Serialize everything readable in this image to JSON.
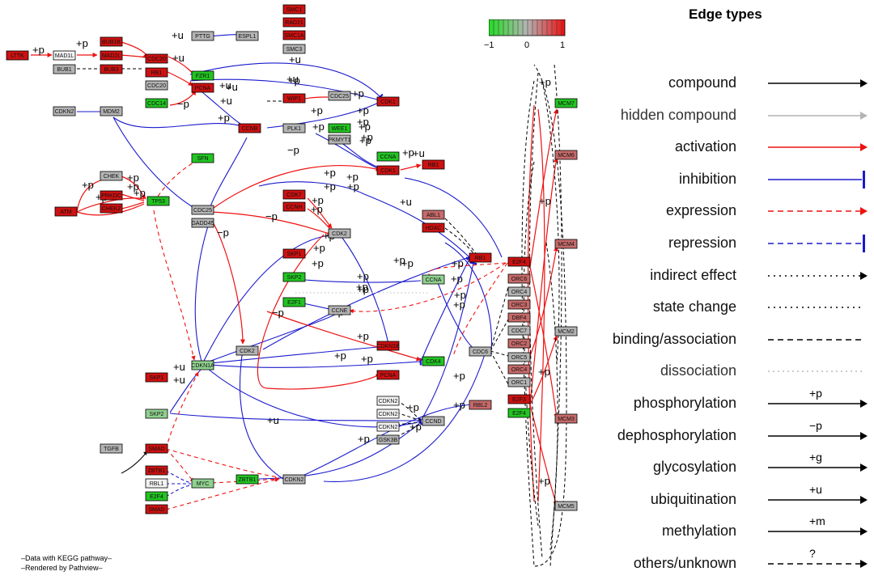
{
  "colors": {
    "high": "#cc1111",
    "mid_high": "#c66a6a",
    "neutral": "#b4b4b4",
    "low": "#22c422",
    "mid_low": "#8fd08f",
    "white": "#f2f2f2",
    "activation": "#ee1111",
    "inhibition": "#1a1acc"
  },
  "colorbar": {
    "ticks": [
      "−1",
      "0",
      "1"
    ]
  },
  "legend": {
    "title": "Edge types",
    "items": [
      {
        "label": "compound",
        "style": "compound"
      },
      {
        "label": "hidden compound",
        "style": "hidden"
      },
      {
        "label": "activation",
        "style": "activation"
      },
      {
        "label": "inhibition",
        "style": "inhibition"
      },
      {
        "label": "expression",
        "style": "expression"
      },
      {
        "label": "repression",
        "style": "repression"
      },
      {
        "label": "indirect effect",
        "style": "indirect"
      },
      {
        "label": "state change",
        "style": "state"
      },
      {
        "label": "binding/association",
        "style": "binding"
      },
      {
        "label": "dissociation",
        "style": "dissociation"
      },
      {
        "label": "phosphorylation",
        "style": "symbol",
        "symbol": "+p"
      },
      {
        "label": "dephosphorylation",
        "style": "symbol",
        "symbol": "−p"
      },
      {
        "label": "glycosylation",
        "style": "symbol",
        "symbol": "+g"
      },
      {
        "label": "ubiquitination",
        "style": "symbol",
        "symbol": "+u"
      },
      {
        "label": "methylation",
        "style": "symbol",
        "symbol": "+m"
      },
      {
        "label": "others/unknown",
        "style": "unknown",
        "symbol": "?"
      }
    ]
  },
  "footer": {
    "line1": "–Data with KEGG pathway–",
    "line2": "–Rendered  by  Pathview–"
  },
  "nodes": [
    {
      "id": "LTTK",
      "level": "high"
    },
    {
      "id": "MAD1L",
      "level": "white"
    },
    {
      "id": "BUB1B",
      "level": "high"
    },
    {
      "id": "MAD2L",
      "level": "high"
    },
    {
      "id": "BUB1",
      "level": "neutral"
    },
    {
      "id": "BUB3",
      "level": "high"
    },
    {
      "id": "CDC20",
      "level": "high"
    },
    {
      "id": "PTTG",
      "level": "neutral"
    },
    {
      "id": "ESPL1",
      "level": "neutral"
    },
    {
      "id": "SMC1",
      "level": "high"
    },
    {
      "id": "RAD21",
      "level": "high"
    },
    {
      "id": "SMC1A",
      "level": "high"
    },
    {
      "id": "SMC3",
      "level": "neutral"
    },
    {
      "id": "RB1",
      "level": "high"
    },
    {
      "id": "CDC20",
      "level": "neutral"
    },
    {
      "id": "FZR1",
      "level": "low"
    },
    {
      "id": "PCNA",
      "level": "high"
    },
    {
      "id": "CDC14",
      "level": "low"
    },
    {
      "id": "CDKN2",
      "level": "neutral"
    },
    {
      "id": "MDM2",
      "level": "neutral"
    },
    {
      "id": "WIP1",
      "level": "high"
    },
    {
      "id": "CDC25",
      "level": "neutral"
    },
    {
      "id": "CDK1",
      "level": "high"
    },
    {
      "id": "CCNB",
      "level": "high"
    },
    {
      "id": "PLK1",
      "level": "neutral"
    },
    {
      "id": "WEE1",
      "level": "low"
    },
    {
      "id": "PKMYT1",
      "level": "neutral"
    },
    {
      "id": "SFN",
      "level": "low"
    },
    {
      "id": "CCNA",
      "level": "low"
    },
    {
      "id": "CDK1",
      "level": "high"
    },
    {
      "id": "RB1",
      "level": "high"
    },
    {
      "id": "CHEK",
      "level": "neutral"
    },
    {
      "id": "PRKDC",
      "level": "high"
    },
    {
      "id": "ATM",
      "level": "high"
    },
    {
      "id": "CHEK2",
      "level": "high"
    },
    {
      "id": "TP53",
      "level": "low"
    },
    {
      "id": "GADD45",
      "level": "neutral"
    },
    {
      "id": "CDC25",
      "level": "neutral"
    },
    {
      "id": "CDK7",
      "level": "high"
    },
    {
      "id": "CCNH",
      "level": "high"
    },
    {
      "id": "ABL1",
      "level": "mid_high"
    },
    {
      "id": "HDAC",
      "level": "high"
    },
    {
      "id": "CDK2",
      "level": "neutral"
    },
    {
      "id": "SKP1",
      "level": "high"
    },
    {
      "id": "RB1",
      "level": "high"
    },
    {
      "id": "E2F4",
      "level": "high"
    },
    {
      "id": "SKP2",
      "level": "low"
    },
    {
      "id": "CCNA",
      "level": "mid_low"
    },
    {
      "id": "ORC6",
      "level": "mid_high"
    },
    {
      "id": "E2F1",
      "level": "low"
    },
    {
      "id": "CCNE",
      "level": "neutral"
    },
    {
      "id": "ORC4",
      "level": "neutral"
    },
    {
      "id": "ORC3",
      "level": "mid_high"
    },
    {
      "id": "CDK2",
      "level": "neutral"
    },
    {
      "id": "CDKN1B",
      "level": "high"
    },
    {
      "id": "DBF4",
      "level": "mid_high"
    },
    {
      "id": "CDC7",
      "level": "neutral"
    },
    {
      "id": "CDKN1A",
      "level": "mid_low"
    },
    {
      "id": "CDC6",
      "level": "neutral"
    },
    {
      "id": "ORC2",
      "level": "mid_high"
    },
    {
      "id": "ORC5",
      "level": "neutral"
    },
    {
      "id": "CDK4",
      "level": "low"
    },
    {
      "id": "ORC4",
      "level": "mid_high"
    },
    {
      "id": "SKP1",
      "level": "high"
    },
    {
      "id": "PCNA",
      "level": "high"
    },
    {
      "id": "ORC1",
      "level": "neutral"
    },
    {
      "id": "CDKN2",
      "level": "white"
    },
    {
      "id": "CDKN2",
      "level": "white"
    },
    {
      "id": "SKP2",
      "level": "mid_low"
    },
    {
      "id": "CDKN2",
      "level": "white"
    },
    {
      "id": "RBL2",
      "level": "mid_high"
    },
    {
      "id": "E2F3",
      "level": "high"
    },
    {
      "id": "E2F4",
      "level": "low"
    },
    {
      "id": "CCND",
      "level": "neutral"
    },
    {
      "id": "GSK3B",
      "level": "neutral"
    },
    {
      "id": "TGFB",
      "level": "neutral"
    },
    {
      "id": "SMAD",
      "level": "high"
    },
    {
      "id": "ZBTB1",
      "level": "high"
    },
    {
      "id": "RBL1",
      "level": "white"
    },
    {
      "id": "MYC",
      "level": "mid_low"
    },
    {
      "id": "ZBTB1",
      "level": "low"
    },
    {
      "id": "CDKN2",
      "level": "neutral"
    },
    {
      "id": "E2F4",
      "level": "low"
    },
    {
      "id": "SMAD",
      "level": "high"
    },
    {
      "id": "MCM7",
      "level": "low"
    },
    {
      "id": "MCM6",
      "level": "mid_high"
    },
    {
      "id": "MCM4",
      "level": "mid_high"
    },
    {
      "id": "MCM2",
      "level": "neutral"
    },
    {
      "id": "MCM3",
      "level": "mid_high"
    },
    {
      "id": "MCM5",
      "level": "neutral"
    }
  ],
  "edge_labels": [
    "+p",
    "+p",
    "+u",
    "+u",
    "+u",
    "+u",
    "+u",
    "−p",
    "+p",
    "+p",
    "+p",
    "+p",
    "+p",
    "+p",
    "+p",
    "+p",
    "+p",
    "+p",
    "−p",
    "+p",
    "+p",
    "+p",
    "+p",
    "+p",
    "+p",
    "+p",
    "+p",
    "+p",
    "+p",
    "+p",
    "+p",
    "+p",
    "−p",
    "−p",
    "+p",
    "+u",
    "+u",
    "+u",
    "+u",
    "+p",
    "+p",
    "+p",
    "+p",
    "+p",
    "+p",
    "+p",
    "+p",
    "−p",
    "+p",
    "+p",
    "+p",
    "+p",
    "+u",
    "+u",
    "+p",
    "+p",
    "+p",
    "+u",
    "+p",
    "+p",
    "+p",
    "+p",
    "+p",
    "+p",
    "+p",
    "+p",
    "+p"
  ]
}
